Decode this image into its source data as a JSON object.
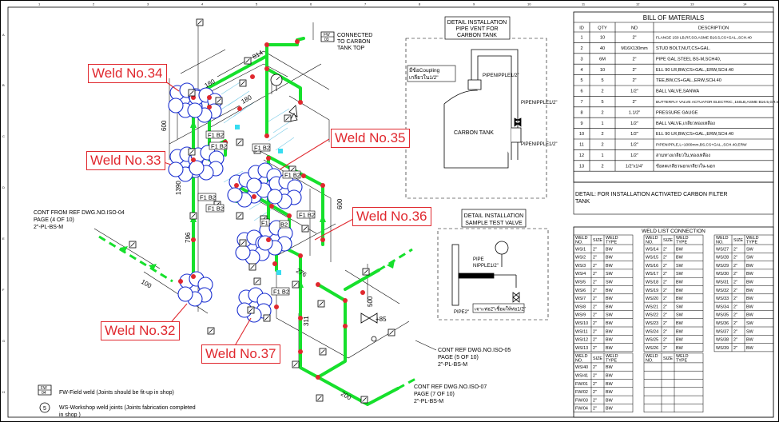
{
  "border": {
    "top_numbers": [
      "1",
      "2",
      "3",
      "4",
      "5",
      "6",
      "7",
      "8",
      "9",
      "10",
      "11",
      "12",
      "13",
      "14"
    ],
    "side_letters": [
      "A",
      "B",
      "C",
      "D",
      "E",
      "F",
      "G",
      "H"
    ]
  },
  "callouts": {
    "w34": "Weld No.34",
    "w33": "Weld No.33",
    "w35": "Weld No.35",
    "w36": "Weld No.36",
    "w32": "Weld No.32",
    "w37": "Weld No.37"
  },
  "iso": {
    "fw03_tag": "FW",
    "fw03_num": "03",
    "connected_to": [
      "CONNECTED",
      "TO CARBON",
      "TANK TOP"
    ],
    "cont_from": [
      "CONT FROM REF DWG.NO.ISO-04",
      "PAGE (4 OF 10)",
      "2\"-PL-BS-M"
    ],
    "cont_ref5": [
      "CONT  REF DWG.NO.ISO-05",
      "PAGE (5 OF 10)",
      "2\"-PL-BS-M"
    ],
    "cont_ref7": [
      "CONT  REF DWG.NO.ISO-07",
      "PAGE (7 OF 10)",
      "2\"-PL-BS-M"
    ],
    "tag_f1b2": "F1 B2",
    "tag_f1": "F1",
    "tag_b2": "B2",
    "dims": {
      "d814": "814",
      "d180a": "180",
      "d180b": "180",
      "d600a": "600",
      "d1390": "1390",
      "d796": "796",
      "d100": "100",
      "d600b": "600",
      "d276": "276",
      "d311": "311",
      "d500": "500",
      "d85": "+85",
      "d200": "200"
    },
    "legend_fw_tag": "FW",
    "legend_fw_num": "04",
    "legend_fw_text": "FW-Field weld (Joints should be fit-up in shop)",
    "legend_ws_num": "5",
    "legend_ws_text_1": "WS-Workshop weld joints (Joints fabrication completed",
    "legend_ws_text_2": "in shop )"
  },
  "detail_vent": {
    "title": [
      "DETAIL INSTALLATION",
      "PIPE VENT FOR",
      "CARBON TANK"
    ],
    "coupling": [
      "มีข้อCoupling",
      "เกลียวใน1/2\""
    ],
    "nipple1": "PIPENIPPLE1/2\"",
    "nipple2": "PIPENIPPLE1/2\"",
    "nipple3": "PIPENIPPLE1/2\"",
    "tank": "CARBON TANK"
  },
  "detail_sample": {
    "title": [
      "DETAIL INSTALLATION",
      "SAMPLE TEST VALVE"
    ],
    "pipe_nipple": [
      "PIPE",
      "NIPPLE1/2\""
    ],
    "pipe2": "PIPE2\"",
    "thai_note": "เจาะท่อ2\"เชื่อมให้ท่อ1/2\""
  },
  "bom": {
    "title": "BILL OF MATERIALS",
    "headers": [
      "ID",
      "QTY",
      "ND",
      "DESCRIPTION"
    ],
    "rows": [
      [
        "1",
        "10",
        "2\"",
        "FLANGE 150 LB,RF,SO,ASME B16.5,CS+GAL.,SCH.40"
      ],
      [
        "2",
        "40",
        "M16X130mm",
        "STUD BOLT,NUT,CS+GAL."
      ],
      [
        "3",
        "6M",
        "2\"",
        "PIPE GAL.STEEL BS-M,SCH40,"
      ],
      [
        "4",
        "10",
        "2\"",
        "ELL 90 LR,BW,CS+GAL.,ERW,SCH.40"
      ],
      [
        "5",
        "5",
        "2\"",
        "TEE,BW,CS+GAL.,ERW,SCH.40"
      ],
      [
        "6",
        "2",
        "1/2\"",
        "BALL VALVE,SANWA"
      ],
      [
        "7",
        "5",
        "2\"",
        "BUTTERFLY VALVE ACTUATOR ELECTRIC ,150LB,ASME B16.5,GR.WCB"
      ],
      [
        "8",
        "2",
        "1.1/2\"",
        "PRESSURE GAUGE"
      ],
      [
        "9",
        "1",
        "1/2\"",
        "BALL VALVE,เกลียวทองเหลือง"
      ],
      [
        "10",
        "2",
        "1/2\"",
        "ELL 90 LR,BW,CS+GAL.,ERW,SCH.40"
      ],
      [
        "11",
        "2",
        "1/2\"",
        "PIPENIPPLE,L=1000mm,BS,CS+GAL.,SCH.40,ERW"
      ],
      [
        "12",
        "1",
        "1/2\"",
        "สามทางเกลียวใน,ทองเหลือง"
      ],
      [
        "13",
        "2",
        "1/2\"x1/4\"",
        "ข้อลดเกลียวนอกเกลียวใน-นอก"
      ]
    ]
  },
  "detail_note": [
    "DETAIL: FOR INSTALLATION ACTIVATED CARBON FILTER",
    "TANK"
  ],
  "weld_list": {
    "title": "WELD LIST CONNECTION",
    "headers": [
      "WELD NO.",
      "SIZE",
      "WELD TYPE"
    ],
    "col1": [
      [
        "WS/1",
        "2\"",
        "BW"
      ],
      [
        "WS/2",
        "2\"",
        "BW"
      ],
      [
        "WS/3",
        "2\"",
        "BW"
      ],
      [
        "WS/4",
        "2\"",
        "SW"
      ],
      [
        "WS/5",
        "2\"",
        "SW"
      ],
      [
        "WS/6",
        "2\"",
        "BW"
      ],
      [
        "WS/7",
        "2\"",
        "BW"
      ],
      [
        "WS/8",
        "2\"",
        "BW"
      ],
      [
        "WS/9",
        "2\"",
        "SW"
      ],
      [
        "WS/10",
        "2\"",
        "BW"
      ],
      [
        "WS/11",
        "2\"",
        "BW"
      ],
      [
        "WS/12",
        "2\"",
        "BW"
      ],
      [
        "WS/13",
        "2\"",
        "BW"
      ]
    ],
    "col2": [
      [
        "WS/14",
        "2\"",
        "BW"
      ],
      [
        "WS/15",
        "2\"",
        "BW"
      ],
      [
        "WS/16",
        "2\"",
        "SW"
      ],
      [
        "WS/17",
        "2\"",
        "SW"
      ],
      [
        "WS/18",
        "2\"",
        "BW"
      ],
      [
        "WS/19",
        "2\"",
        "BW"
      ],
      [
        "WS/20",
        "2\"",
        "BW"
      ],
      [
        "WS/21",
        "2\"",
        "SW"
      ],
      [
        "WS/22",
        "2\"",
        "SW"
      ],
      [
        "WS/23",
        "2\"",
        "BW"
      ],
      [
        "WS/24",
        "2\"",
        "BW"
      ],
      [
        "WS/25",
        "2\"",
        "BW"
      ],
      [
        "WS/26",
        "2\"",
        "BW"
      ]
    ],
    "col3": [
      [
        "WS/27",
        "2\"",
        "SW"
      ],
      [
        "WS/28",
        "2\"",
        "SW"
      ],
      [
        "WS/29",
        "2\"",
        "BW"
      ],
      [
        "WS/30",
        "2\"",
        "BW"
      ],
      [
        "WS/31",
        "2\"",
        "BW"
      ],
      [
        "WS/32",
        "2\"",
        "BW"
      ],
      [
        "WS/33",
        "2\"",
        "BW"
      ],
      [
        "WS/34",
        "2\"",
        "BW"
      ],
      [
        "WS/35",
        "2\"",
        "BW"
      ],
      [
        "WS/36",
        "2\"",
        "SW"
      ],
      [
        "WS/37",
        "2\"",
        "SW"
      ],
      [
        "WS/38",
        "2\"",
        "BW"
      ],
      [
        "WS/39",
        "2\"",
        "BW"
      ]
    ],
    "col4": [
      [
        "WS/40",
        "2\"",
        "BW"
      ],
      [
        "WS/41",
        "2\"",
        "BW"
      ],
      [
        "FW/01",
        "2\"",
        "BW"
      ],
      [
        "FW/02",
        "2\"",
        "BW"
      ],
      [
        "FW/03",
        "2\"",
        "BW"
      ],
      [
        "FW/04",
        "2\"",
        "BW"
      ]
    ]
  }
}
